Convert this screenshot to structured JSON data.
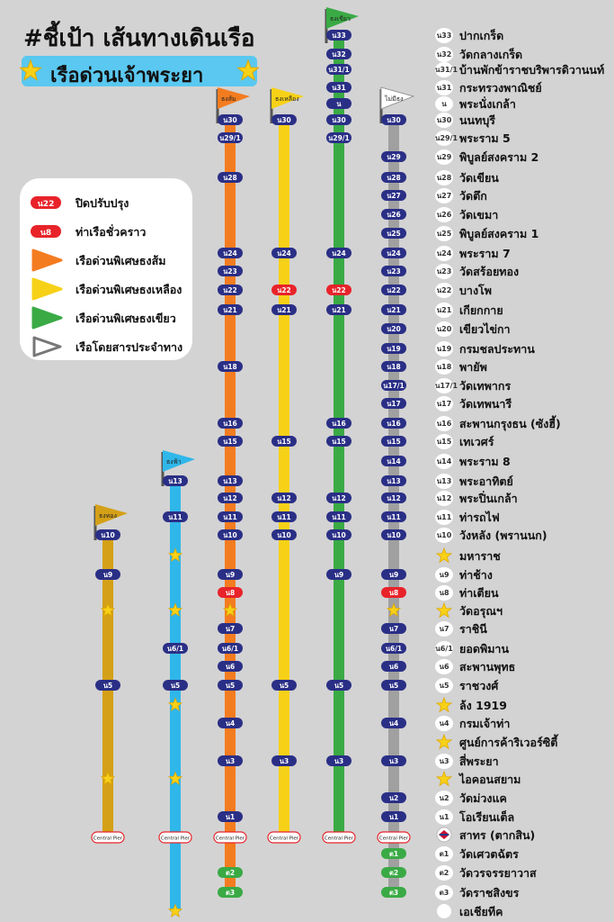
{
  "title": {
    "line1": "#ชี้เป้า เส้นทางเดินเรือ",
    "line2": "เรือด่วนเจ้าพระยา"
  },
  "legend": {
    "items": [
      {
        "kind": "pill-red",
        "badge": "น22",
        "label": "ปิดปรับปรุง"
      },
      {
        "kind": "pill-red",
        "badge": "น8",
        "label": "ท่าเรือชั่วคราว"
      },
      {
        "kind": "tri",
        "color": "#f47c20",
        "label": "เรือด่วนพิเศษธงส้ม"
      },
      {
        "kind": "tri",
        "color": "#f7d117",
        "label": "เรือด่วนพิเศษธงเหลือง"
      },
      {
        "kind": "tri",
        "color": "#3aaa45",
        "label": "เรือด่วนพิเศษธงเขียว"
      },
      {
        "kind": "tri-outline",
        "color": "#777777",
        "label": "เรือโดยสารประจำทาง"
      }
    ]
  },
  "routes": [
    {
      "flag": "ธงทอง",
      "color": "#d4a017",
      "end_label": "Central Pier",
      "stops": [
        {
          "row": "n10",
          "type": "pill",
          "label": "น10"
        },
        {
          "row": "n9",
          "type": "pill",
          "label": "น9"
        },
        {
          "row": "arun",
          "type": "star"
        },
        {
          "row": "n5",
          "type": "pill",
          "label": "น5"
        },
        {
          "row": "icon",
          "type": "star"
        }
      ]
    },
    {
      "flag": "ธงฟ้า",
      "color": "#2fb7ea",
      "end_label": "Central Pier",
      "stops": [
        {
          "row": "n13",
          "type": "pill",
          "label": "น13"
        },
        {
          "row": "n11",
          "type": "pill",
          "label": "น11"
        },
        {
          "row": "maharaj",
          "type": "star"
        },
        {
          "row": "arun",
          "type": "star"
        },
        {
          "row": "n6_1",
          "type": "pill",
          "label": "น6/1"
        },
        {
          "row": "n5",
          "type": "pill",
          "label": "น5"
        },
        {
          "row": "lhong",
          "type": "star"
        },
        {
          "row": "icon",
          "type": "star"
        },
        {
          "row": "asiatique",
          "type": "star"
        }
      ]
    },
    {
      "flag": "ธงส้ม",
      "color": "#f47c20",
      "end_label": "Central Pier",
      "stops": [
        {
          "row": "n30",
          "type": "pill",
          "label": "น30"
        },
        {
          "row": "n29_1",
          "type": "pill",
          "label": "น29/1"
        },
        {
          "row": "n28",
          "type": "pill",
          "label": "น28"
        },
        {
          "row": "n24",
          "type": "pill",
          "label": "น24"
        },
        {
          "row": "n23",
          "type": "pill",
          "label": "น23"
        },
        {
          "row": "n22",
          "type": "pill",
          "label": "น22"
        },
        {
          "row": "n21",
          "type": "pill",
          "label": "น21"
        },
        {
          "row": "n18",
          "type": "pill",
          "label": "น18"
        },
        {
          "row": "n16",
          "type": "pill",
          "label": "น16"
        },
        {
          "row": "n15",
          "type": "pill",
          "label": "น15"
        },
        {
          "row": "n13",
          "type": "pill",
          "label": "น13"
        },
        {
          "row": "n12",
          "type": "pill",
          "label": "น12"
        },
        {
          "row": "n11",
          "type": "pill",
          "label": "น11"
        },
        {
          "row": "n10",
          "type": "pill",
          "label": "น10"
        },
        {
          "row": "n9",
          "type": "pill",
          "label": "น9"
        },
        {
          "row": "n8",
          "type": "red",
          "label": "น8"
        },
        {
          "row": "arun",
          "type": "star"
        },
        {
          "row": "n7",
          "type": "pill",
          "label": "น7"
        },
        {
          "row": "n6_1",
          "type": "pill",
          "label": "น6/1"
        },
        {
          "row": "n6",
          "type": "pill",
          "label": "น6"
        },
        {
          "row": "n5",
          "type": "pill",
          "label": "น5"
        },
        {
          "row": "n4",
          "type": "pill",
          "label": "น4"
        },
        {
          "row": "n3",
          "type": "pill",
          "label": "น3"
        },
        {
          "row": "n1",
          "type": "pill",
          "label": "น1"
        },
        {
          "row": "t2",
          "type": "green",
          "label": "ต2"
        },
        {
          "row": "t3",
          "type": "green",
          "label": "ต3"
        }
      ]
    },
    {
      "flag": "ธงเหลือง",
      "color": "#f7d117",
      "end_label": "Central Pier",
      "stops": [
        {
          "row": "n30",
          "type": "pill",
          "label": "น30"
        },
        {
          "row": "n24",
          "type": "pill",
          "label": "น24"
        },
        {
          "row": "n22",
          "type": "red",
          "label": "น22"
        },
        {
          "row": "n21",
          "type": "pill",
          "label": "น21"
        },
        {
          "row": "n15",
          "type": "pill",
          "label": "น15"
        },
        {
          "row": "n12",
          "type": "pill",
          "label": "น12"
        },
        {
          "row": "n11",
          "type": "pill",
          "label": "น11"
        },
        {
          "row": "n10",
          "type": "pill",
          "label": "น10"
        },
        {
          "row": "n5",
          "type": "pill",
          "label": "น5"
        },
        {
          "row": "n3",
          "type": "pill",
          "label": "น3"
        }
      ]
    },
    {
      "flag": "ธงเขียว",
      "color": "#3aaa45",
      "end_label": "Central Pier",
      "stops": [
        {
          "row": "n33",
          "type": "pill",
          "label": "น33"
        },
        {
          "row": "n32",
          "type": "pill",
          "label": "น32"
        },
        {
          "row": "n31_1",
          "type": "pill",
          "label": "น31/1"
        },
        {
          "row": "n31",
          "type": "pill",
          "label": "น31"
        },
        {
          "row": "n",
          "type": "pill",
          "label": "น"
        },
        {
          "row": "n30",
          "type": "pill",
          "label": "น30"
        },
        {
          "row": "n29_1",
          "type": "pill",
          "label": "น29/1"
        },
        {
          "row": "n24",
          "type": "pill",
          "label": "น24"
        },
        {
          "row": "n22",
          "type": "red",
          "label": "น22"
        },
        {
          "row": "n21",
          "type": "pill",
          "label": "น21"
        },
        {
          "row": "n16",
          "type": "pill",
          "label": "น16"
        },
        {
          "row": "n15",
          "type": "pill",
          "label": "น15"
        },
        {
          "row": "n12",
          "type": "pill",
          "label": "น12"
        },
        {
          "row": "n11",
          "type": "pill",
          "label": "น11"
        },
        {
          "row": "n10",
          "type": "pill",
          "label": "น10"
        },
        {
          "row": "n9",
          "type": "pill",
          "label": "น9"
        },
        {
          "row": "n5",
          "type": "pill",
          "label": "น5"
        },
        {
          "row": "n3",
          "type": "pill",
          "label": "น3"
        }
      ]
    },
    {
      "flag": "ไม่มีธง",
      "color": "#a0a0a0",
      "end_label": "Central Pier",
      "stops": [
        {
          "row": "n30",
          "type": "pill",
          "label": "น30"
        },
        {
          "row": "n29",
          "type": "pill",
          "label": "น29"
        },
        {
          "row": "n28",
          "type": "pill",
          "label": "น28"
        },
        {
          "row": "n27",
          "type": "pill",
          "label": "น27"
        },
        {
          "row": "n26",
          "type": "pill",
          "label": "น26"
        },
        {
          "row": "n25",
          "type": "pill",
          "label": "น25"
        },
        {
          "row": "n24",
          "type": "pill",
          "label": "น24"
        },
        {
          "row": "n23",
          "type": "pill",
          "label": "น23"
        },
        {
          "row": "n22",
          "type": "pill",
          "label": "น22"
        },
        {
          "row": "n21",
          "type": "pill",
          "label": "น21"
        },
        {
          "row": "n20",
          "type": "pill",
          "label": "น20"
        },
        {
          "row": "n19",
          "type": "pill",
          "label": "น19"
        },
        {
          "row": "n18",
          "type": "pill",
          "label": "น18"
        },
        {
          "row": "n17_1",
          "type": "pill",
          "label": "น17/1"
        },
        {
          "row": "n17",
          "type": "pill",
          "label": "น17"
        },
        {
          "row": "n16",
          "type": "pill",
          "label": "น16"
        },
        {
          "row": "n15",
          "type": "pill",
          "label": "น15"
        },
        {
          "row": "n14",
          "type": "pill",
          "label": "น14"
        },
        {
          "row": "n13",
          "type": "pill",
          "label": "น13"
        },
        {
          "row": "n12",
          "type": "pill",
          "label": "น12"
        },
        {
          "row": "n11",
          "type": "pill",
          "label": "น11"
        },
        {
          "row": "n10",
          "type": "pill",
          "label": "น10"
        },
        {
          "row": "n9",
          "type": "pill",
          "label": "น9"
        },
        {
          "row": "n8",
          "type": "red",
          "label": "น8"
        },
        {
          "row": "arun",
          "type": "star"
        },
        {
          "row": "n7",
          "type": "pill",
          "label": "น7"
        },
        {
          "row": "n6_1",
          "type": "pill",
          "label": "น6/1"
        },
        {
          "row": "n6",
          "type": "pill",
          "label": "น6"
        },
        {
          "row": "n5",
          "type": "pill",
          "label": "น5"
        },
        {
          "row": "n4",
          "type": "pill",
          "label": "น4"
        },
        {
          "row": "n3",
          "type": "pill",
          "label": "น3"
        },
        {
          "row": "n2",
          "type": "pill",
          "label": "น2"
        },
        {
          "row": "n1",
          "type": "pill",
          "label": "น1"
        },
        {
          "row": "t1",
          "type": "green",
          "label": "ต1"
        },
        {
          "row": "t2",
          "type": "green",
          "label": "ต2"
        },
        {
          "row": "t3",
          "type": "green",
          "label": "ต3"
        }
      ]
    }
  ],
  "pier_list": [
    {
      "id": "n33",
      "code": "น33",
      "name": "ปากเกร็ด"
    },
    {
      "id": "n32",
      "code": "น32",
      "name": "วัดกลางเกร็ด"
    },
    {
      "id": "n31_1",
      "code": "น31/1",
      "name": "บ้านพักข้าราชบริพารดิวานนท์"
    },
    {
      "id": "n31",
      "code": "น31",
      "name": "กระทรวงพาณิชย์"
    },
    {
      "id": "n",
      "code": "น",
      "name": "พระนั่งเกล้า"
    },
    {
      "id": "n30",
      "code": "น30",
      "name": "นนทบุรี"
    },
    {
      "id": "n29_1",
      "code": "น29/1",
      "name": "พระราม 5"
    },
    {
      "id": "n29",
      "code": "น29",
      "name": "พิบูลย์สงคราม 2"
    },
    {
      "id": "n28",
      "code": "น28",
      "name": "วัดเขียน"
    },
    {
      "id": "n27",
      "code": "น27",
      "name": "วัดตึก"
    },
    {
      "id": "n26",
      "code": "น26",
      "name": "วัดเขมา"
    },
    {
      "id": "n25",
      "code": "น25",
      "name": "พิบูลย์สงคราม 1"
    },
    {
      "id": "n24",
      "code": "น24",
      "name": "พระราม 7"
    },
    {
      "id": "n23",
      "code": "น23",
      "name": "วัดสร้อยทอง"
    },
    {
      "id": "n22",
      "code": "น22",
      "name": "บางโพ"
    },
    {
      "id": "n21",
      "code": "น21",
      "name": "เกียกกาย"
    },
    {
      "id": "n20",
      "code": "น20",
      "name": "เขียวไข่กา"
    },
    {
      "id": "n19",
      "code": "น19",
      "name": "กรมชลประทาน"
    },
    {
      "id": "n18",
      "code": "น18",
      "name": "พายัพ"
    },
    {
      "id": "n17_1",
      "code": "น17/1",
      "name": "วัดเทพากร"
    },
    {
      "id": "n17",
      "code": "น17",
      "name": "วัดเทพนารี"
    },
    {
      "id": "n16",
      "code": "น16",
      "name": "สะพานกรุงธน (ซังฮี้)"
    },
    {
      "id": "n15",
      "code": "น15",
      "name": "เทเวศร์"
    },
    {
      "id": "n14",
      "code": "น14",
      "name": "พระราม 8"
    },
    {
      "id": "n13",
      "code": "น13",
      "name": "พระอาทิตย์"
    },
    {
      "id": "n12",
      "code": "น12",
      "name": "พระปิ่นเกล้า"
    },
    {
      "id": "n11",
      "code": "น11",
      "name": "ท่ารถไฟ"
    },
    {
      "id": "n10",
      "code": "น10",
      "name": "วังหลัง (พรานนก)"
    },
    {
      "id": "maharaj",
      "code": "",
      "name": "มหาราช"
    },
    {
      "id": "n9",
      "code": "น9",
      "name": "ท่าช้าง"
    },
    {
      "id": "n8",
      "code": "น8",
      "name": "ท่าเตียน"
    },
    {
      "id": "arun",
      "code": "",
      "name": "วัดอรุณฯ"
    },
    {
      "id": "n7",
      "code": "น7",
      "name": "ราชินี"
    },
    {
      "id": "n6_1",
      "code": "น6/1",
      "name": "ยอดพิมาน"
    },
    {
      "id": "n6",
      "code": "น6",
      "name": "สะพานพุทธ"
    },
    {
      "id": "n5",
      "code": "น5",
      "name": "ราชวงศ์"
    },
    {
      "id": "lhong",
      "code": "",
      "name": "ล้ง 1919"
    },
    {
      "id": "n4",
      "code": "น4",
      "name": "กรมเจ้าท่า"
    },
    {
      "id": "river",
      "code": "",
      "name": "ศูนย์การค้าริเวอร์ซิตี้"
    },
    {
      "id": "n3",
      "code": "น3",
      "name": "สี่พระยา"
    },
    {
      "id": "icon",
      "code": "",
      "name": "ไอคอนสยาม"
    },
    {
      "id": "n2",
      "code": "น2",
      "name": "วัดม่วงแค"
    },
    {
      "id": "n1",
      "code": "น1",
      "name": "โอเรียนเต็ล"
    },
    {
      "id": "sathorn",
      "code": "",
      "name": "สาทร (ตากสิน)"
    },
    {
      "id": "t1",
      "code": "ต1",
      "name": "วัดเศวตฉัตร"
    },
    {
      "id": "t2",
      "code": "ต2",
      "name": "วัดวรจรรยาวาส"
    },
    {
      "id": "t3",
      "code": "ต3",
      "name": "วัดราชสิงขร"
    },
    {
      "id": "asiatique",
      "code": "",
      "name": "เอเชียทีค"
    }
  ],
  "colors": {
    "pill": "#2a2f86",
    "closed": "#e8232a",
    "green_pill": "#3aaa45",
    "star": "#f7d117"
  }
}
